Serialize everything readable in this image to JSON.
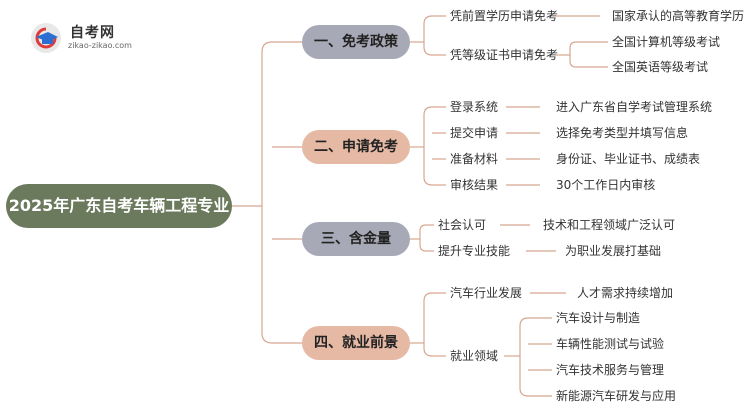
{
  "logo": {
    "title": "自考网",
    "subtitle": "zikao-zikao.com"
  },
  "root": {
    "label": "2025年广东自考车辆工程专业"
  },
  "branches": [
    {
      "label": "一、免考政策",
      "items": [
        {
          "label": "凭前置学历申请免考",
          "children": [
            "国家承认的高等教育学历"
          ]
        },
        {
          "label": "凭等级证书申请免考",
          "children": [
            "全国计算机等级考试",
            "全国英语等级考试"
          ]
        }
      ]
    },
    {
      "label": "二、申请免考",
      "items": [
        {
          "label": "登录系统",
          "children": [
            "进入广东省自学考试管理系统"
          ]
        },
        {
          "label": "提交申请",
          "children": [
            "选择免考类型并填写信息"
          ]
        },
        {
          "label": "准备材料",
          "children": [
            "身份证、毕业证书、成绩表"
          ]
        },
        {
          "label": "审核结果",
          "children": [
            "30个工作日内审核"
          ]
        }
      ]
    },
    {
      "label": "三、含金量",
      "items": [
        {
          "label": "社会认可",
          "children": [
            "技术和工程领域广泛认可"
          ]
        },
        {
          "label": "提升专业技能",
          "children": [
            "为职业发展打基础"
          ]
        }
      ]
    },
    {
      "label": "四、就业前景",
      "items": [
        {
          "label": "汽车行业发展",
          "children": [
            "人才需求持续增加"
          ]
        },
        {
          "label": "就业领域",
          "children": [
            "汽车设计与制造",
            "车辆性能测试与试验",
            "汽车技术服务与管理",
            "新能源汽车研发与应用"
          ]
        }
      ]
    }
  ],
  "colors": {
    "root": "#6b7a5c",
    "branch_gray": "#a8a9b6",
    "branch_peach": "#e6b9a4",
    "line": "#d8a690"
  }
}
